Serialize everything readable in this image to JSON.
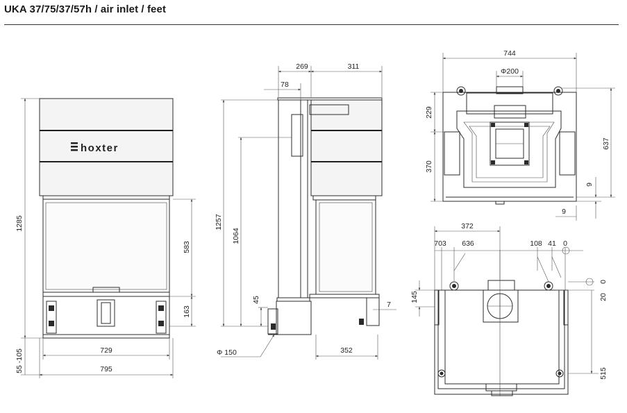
{
  "title": "UKA 37/75/37/57h / air inlet / feet",
  "brand": "hoxter",
  "front": {
    "height_total": "1285",
    "height_glass": "583",
    "height_base": "163",
    "feet_range": "55 -105",
    "width_inner": "729",
    "width_outer": "795"
  },
  "side": {
    "top_left": "269",
    "top_right": "311",
    "offset": "78",
    "height_total": "1257",
    "height_mid": "1064",
    "base": "45",
    "foot": "7",
    "duct": "Φ 150",
    "depth": "352"
  },
  "top": {
    "width": "744",
    "flue": "Φ200",
    "h_top": "229",
    "h_mid": "370",
    "h_total": "637",
    "gap_v": "9",
    "gap_h": "9"
  },
  "bottom": {
    "w_372": "372",
    "w_703": "703",
    "w_636": "636",
    "w_108": "108",
    "w_41": "41",
    "zero": "0",
    "h_145": "145",
    "right_20": "20",
    "right_0": "0",
    "h_515": "515"
  }
}
